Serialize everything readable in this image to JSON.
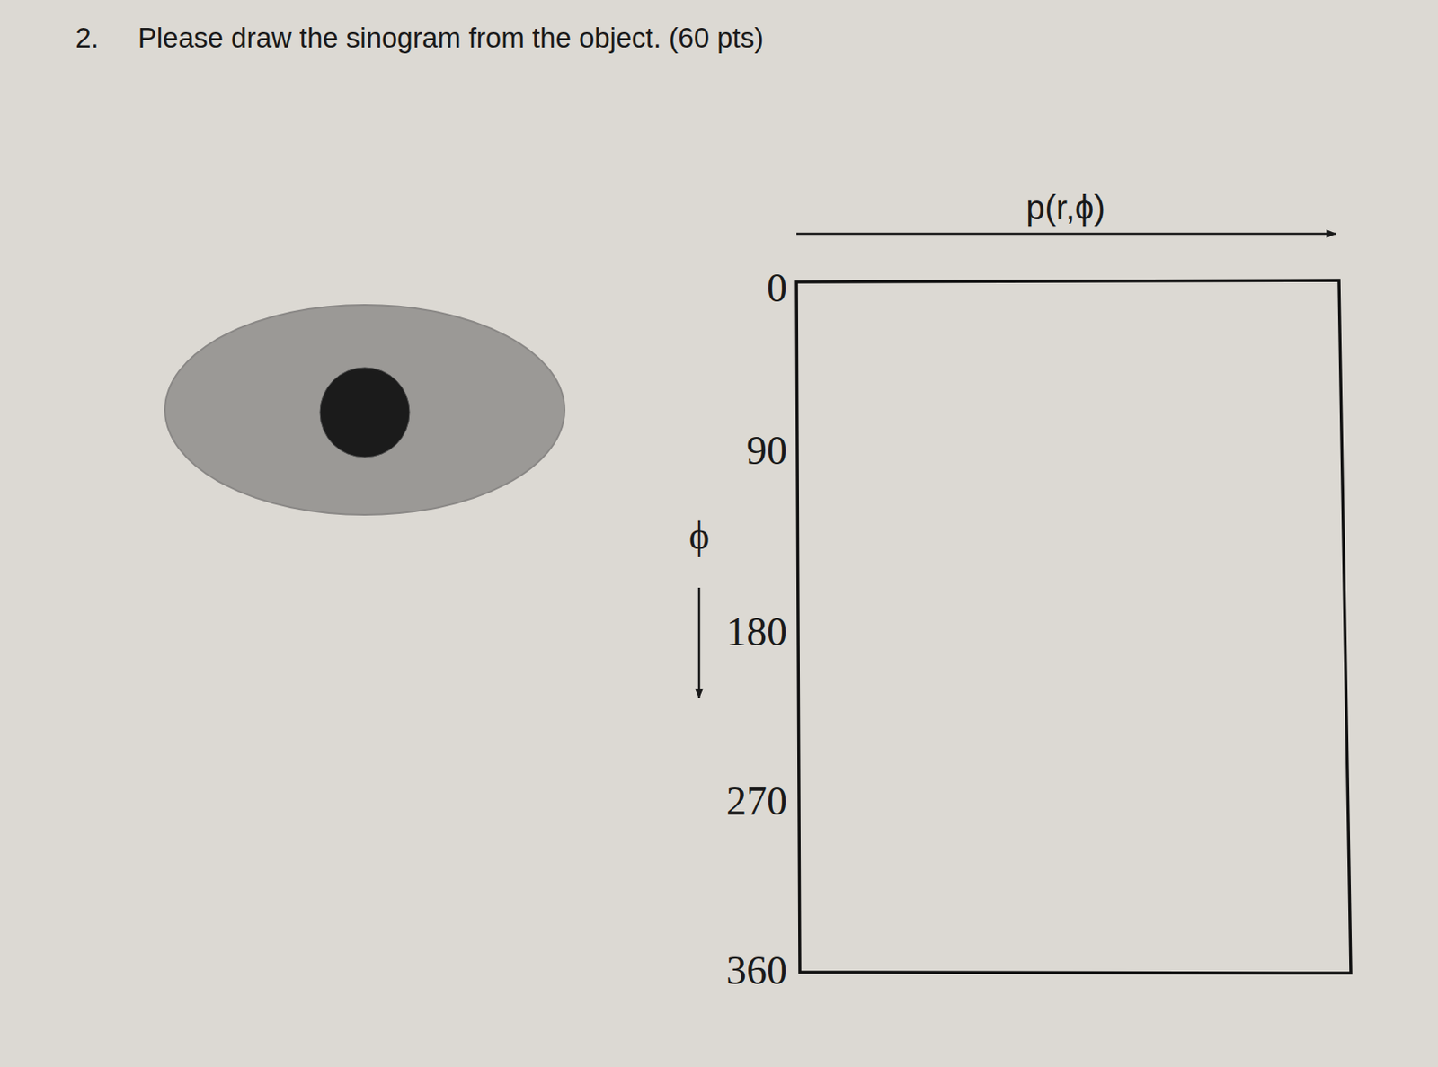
{
  "diagram": {
    "title": "Please draw the sinogram from the object. (60 pts)",
    "labels": [
      "2.",
      "p(r,ϕ)",
      "0",
      "90",
      "ϕ",
      "180",
      "270",
      "360"
    ]
  }
}
